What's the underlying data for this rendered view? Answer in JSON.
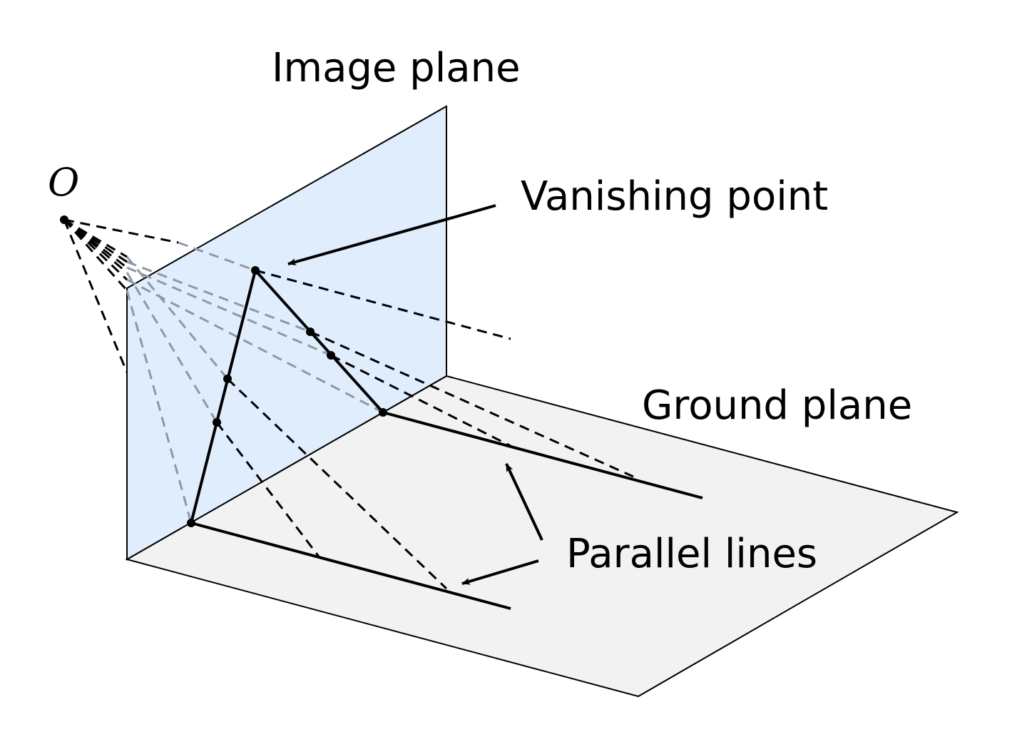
{
  "labels": {
    "image_plane": "Image plane",
    "vanishing_point": "Vanishing point",
    "ground_plane": "Ground plane",
    "parallel_lines": "Parallel lines",
    "origin": "O"
  },
  "colors": {
    "image_plane_fill": "#e0edfc",
    "ground_plane_fill": "#f2f2f2",
    "ink": "#000000",
    "hidden_ray": "#8e98a6"
  }
}
